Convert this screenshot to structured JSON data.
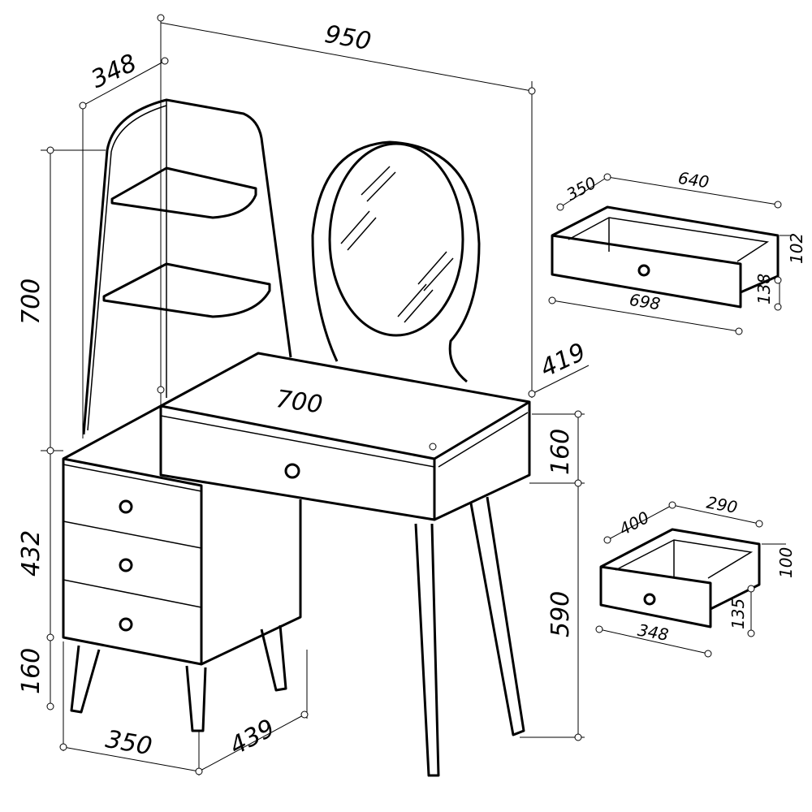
{
  "dimensions": {
    "total_width": "950",
    "shelf_depth": "348",
    "shelf_height": "700",
    "desk_width": "700",
    "desk_depth": "419",
    "desk_drawer_height": "160",
    "leg_height": "590",
    "pedestal_height": "432",
    "pedestal_leg_height": "160",
    "pedestal_width": "350",
    "pedestal_depth": "439"
  },
  "large_drawer": {
    "depth": "350",
    "inner_width": "640",
    "side_height": "102",
    "front_height": "138",
    "front_width": "698"
  },
  "small_drawer": {
    "depth": "400",
    "inner_width": "290",
    "side_height": "100",
    "front_height": "135",
    "front_width": "348"
  }
}
